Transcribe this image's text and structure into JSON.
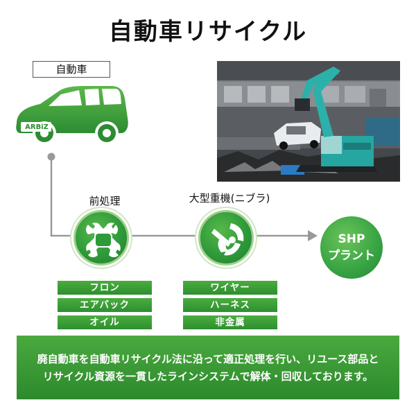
{
  "title": "自動車リサイクル",
  "vehicle": {
    "label": "自動車",
    "badge": "ARBiZ"
  },
  "steps": [
    {
      "caption": "前処理",
      "items": [
        "フロン",
        "エアバック",
        "オイル"
      ]
    },
    {
      "caption": "大型重機(ニブラ)",
      "items": [
        "ワイヤー",
        "ハーネス",
        "非金属"
      ]
    }
  ],
  "destination": {
    "line1": "SHP",
    "line2": "プラント"
  },
  "description": {
    "line1": "廃自動車を自動車リサイクル法に沿って適正処理を行い、リユース部品と",
    "line2": "リサイクル資源を一貫したラインシステムで解体・回収しております。"
  },
  "colors": {
    "green": "#3a9e3c",
    "line": "#999999"
  }
}
